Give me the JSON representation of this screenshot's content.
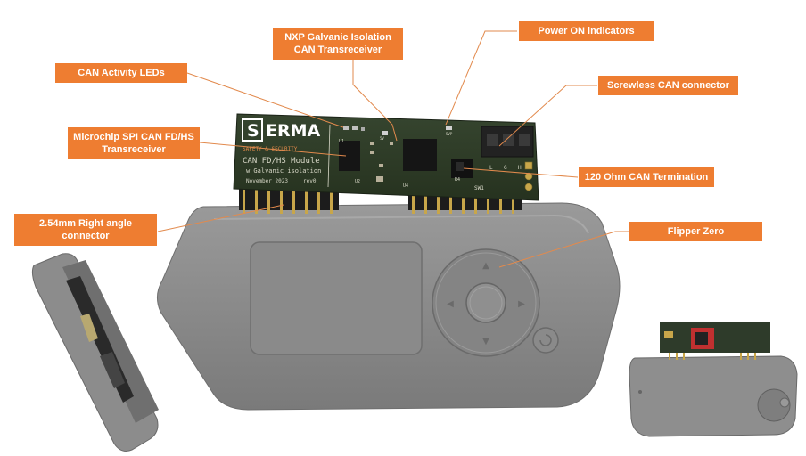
{
  "callouts": {
    "can_activity": "CAN Activity LEDs",
    "nxp_isolation": "NXP Galvanic Isolation\nCAN Transreceiver",
    "power_on": "Power ON indicators",
    "screwless": "Screwless CAN connector",
    "microchip": "Microchip SPI CAN FD/HS\nTransreceiver",
    "termination": "120 Ohm CAN Termination",
    "right_angle": "2.54mm Right angle\nconnector",
    "flipper": "Flipper Zero"
  },
  "pcb": {
    "logo_s": "S",
    "logo_rest": "ERMA",
    "tagline": "SAFETY & SECURITY",
    "module_line1": "CAN FD/HS Module",
    "module_line2": "w Galvanic isolation",
    "date": "November 2023",
    "rev": "rev0",
    "u1": "U1",
    "u2": "U2",
    "u4": "U4",
    "sw1": "SW1",
    "r4": "R4",
    "led_5v": "5V",
    "led_5vp": "5VP",
    "pin_l": "L",
    "pin_g": "G",
    "pin_h": "H"
  },
  "colors": {
    "callout_bg": "#ee7d31",
    "pcb": "#2e3b2a",
    "device_body": "#8c8c8c"
  }
}
